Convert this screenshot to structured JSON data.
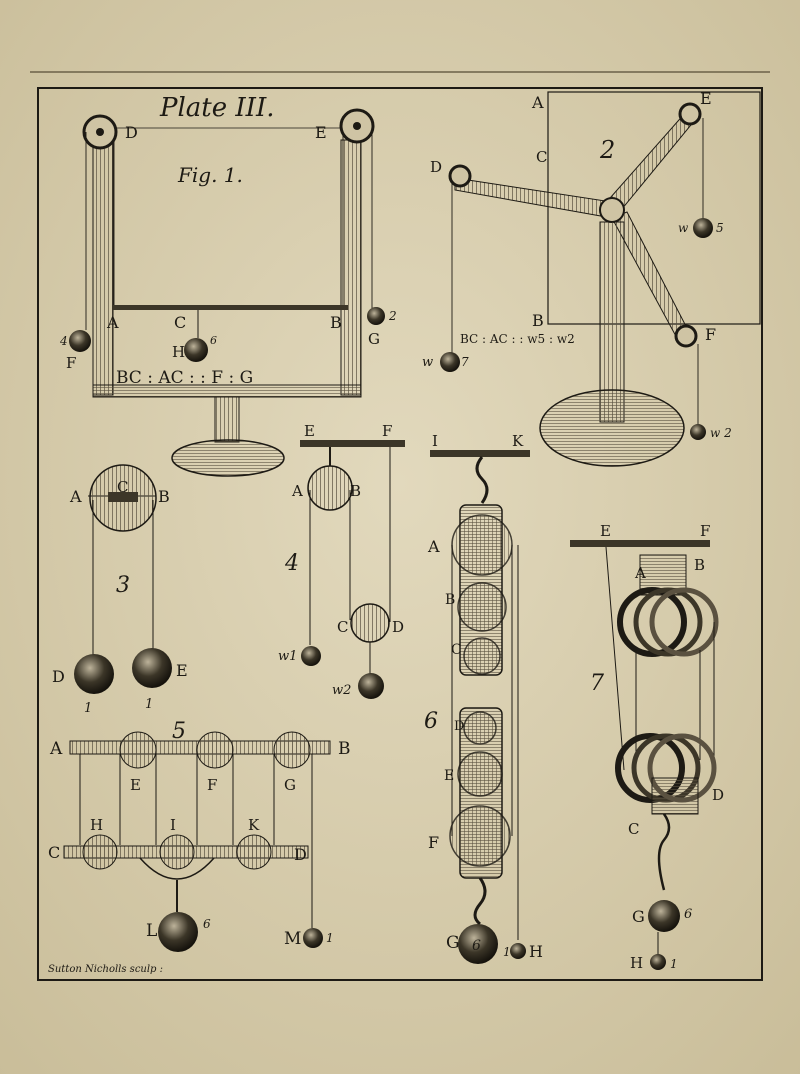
{
  "plate": {
    "title": "Plate III.",
    "engraver": "Sutton Nicholls sculp :",
    "colors": {
      "paper": "#d9cfb0",
      "ink": "#1d1a14",
      "hatch": "#5a5140",
      "metal": "#6d6453"
    }
  },
  "fig1": {
    "caption": "Fig. 1.",
    "pulley_left": "D",
    "pulley_right": "E",
    "lever_A": "A",
    "lever_C": "C",
    "lever_B": "B",
    "weight_H": "H",
    "weight_H_num": "6",
    "weight_F": "F",
    "weight_F_num": "4",
    "weight_G": "G",
    "weight_G_num": "2",
    "formula": "BC : AC : : F : G"
  },
  "fig2": {
    "number": "2",
    "A": "A",
    "C": "C",
    "B": "B",
    "D": "D",
    "E": "E",
    "F": "F",
    "w5_label": "w",
    "w5_num": "5",
    "w7_label": "w",
    "w7_num": "7",
    "w2_label": "w 2",
    "formula": "BC : AC : : w5 : w2"
  },
  "fig3": {
    "number": "3",
    "A": "A",
    "C": "C",
    "B": "B",
    "D": "D",
    "E": "E",
    "D_num": "1",
    "E_num": "1"
  },
  "fig4": {
    "number": "4",
    "E": "E",
    "F": "F",
    "A": "A",
    "B": "B",
    "C": "C",
    "D": "D",
    "w1": "w1",
    "w2": "w2"
  },
  "fig5": {
    "number": "5",
    "A": "A",
    "B": "B",
    "E": "E",
    "F": "F",
    "G": "G",
    "H": "H",
    "I": "I",
    "K": "K",
    "C": "C",
    "D": "D",
    "L": "L",
    "L_num": "6",
    "M": "M",
    "M_num": "1"
  },
  "fig6": {
    "number": "6",
    "I": "I",
    "K": "K",
    "A": "A",
    "B": "B",
    "C": "C",
    "D": "D",
    "E": "E",
    "F": "F",
    "G": "G",
    "G_num": "6",
    "H": "H",
    "H_num": "1"
  },
  "fig7": {
    "number": "7",
    "E": "E",
    "F": "F",
    "A": "A",
    "B": "B",
    "C": "C",
    "D": "D",
    "G": "G",
    "G_num": "6",
    "H": "H",
    "H_num": "1"
  }
}
